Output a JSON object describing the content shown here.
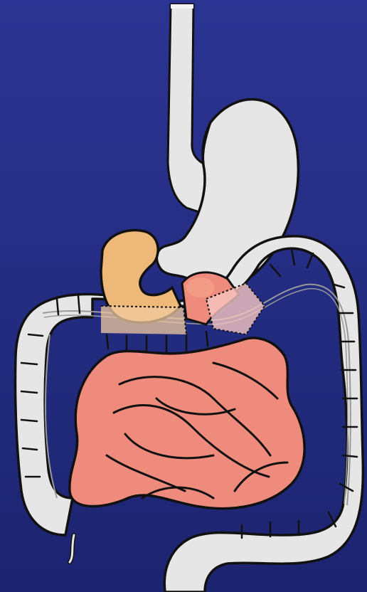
{
  "figure": {
    "organs": [
      {
        "id": "esophagus",
        "icon": "esophagus-icon"
      },
      {
        "id": "stomach",
        "icon": "stomach-icon"
      },
      {
        "id": "duodenum",
        "icon": "duodenum-icon"
      },
      {
        "id": "large-intestine",
        "icon": "colon-icon"
      },
      {
        "id": "small-intestine",
        "icon": "small-intestine-icon"
      }
    ],
    "colors": {
      "background_top": "#2c3493",
      "background_bottom": "#1c2470",
      "organ_gray": "#e6e6e6",
      "duodenum_orange": "#eeb978",
      "intestine_pink": "#ef8b7d",
      "outline": "#111111"
    }
  }
}
